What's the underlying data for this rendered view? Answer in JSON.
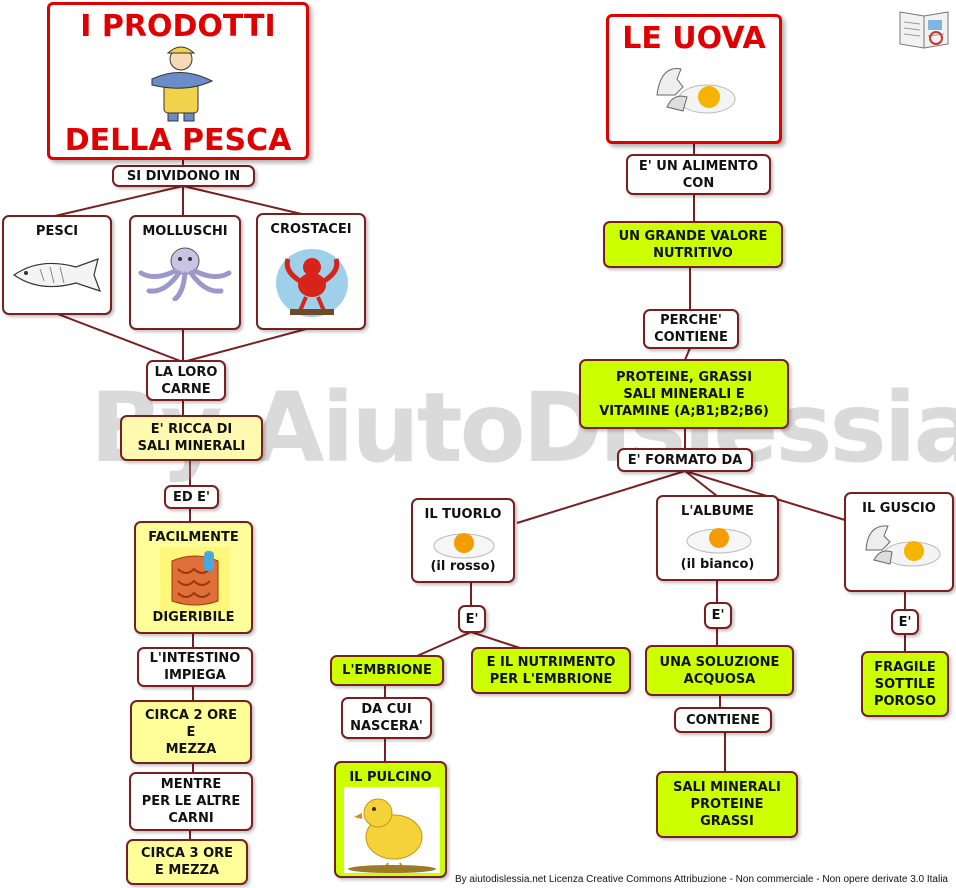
{
  "left": {
    "title_top": "I PRODOTTI",
    "title_bottom": "DELLA PESCA",
    "si_dividono": "SI DIVIDONO IN",
    "pesci": "PESCI",
    "molluschi": "MOLLUSCHI",
    "crostacei": "CROSTACEI",
    "loro_carne": "LA LORO\nCARNE",
    "ricca": "E' RICCA DI\nSALI MINERALI",
    "ed_e": "ED E'",
    "facilmente": "FACILMENTE",
    "digeribile": "DIGERIBILE",
    "intestino": "L'INTESTINO\nIMPIEGA",
    "circa2": "CIRCA 2 ORE\nE\nMEZZA",
    "mentre": "MENTRE\nPER LE ALTRE\nCARNI",
    "circa3": "CIRCA 3 ORE\nE MEZZA"
  },
  "right": {
    "title": "LE UOVA",
    "alimento": "E' UN ALIMENTO\nCON",
    "valore": "UN GRANDE VALORE\nNUTRITIVO",
    "perche": "PERCHE'\nCONTIENE",
    "proteine": "PROTEINE, GRASSI\nSALI MINERALI E\nVITAMINE (A;B1;B2;B6)",
    "formato": "E' FORMATO DA",
    "tuorlo": "IL TUORLO",
    "tuorlo_sub": "(il rosso)",
    "albume": "L'ALBUME",
    "albume_sub": "(il bianco)",
    "guscio": "IL GUSCIO",
    "e1": "E'",
    "e2": "E'",
    "e3": "E'",
    "embrione": "L'EMBRIONE",
    "nutrimento": "E IL NUTRIMENTO\nPER L'EMBRIONE",
    "da_cui": "DA CUI\nNASCERA'",
    "pulcino": "IL PULCINO",
    "soluzione": "UNA SOLUZIONE\nACQUOSA",
    "contiene": "CONTIENE",
    "sali": "SALI MINERALI\nPROTEINE\nGRASSI",
    "fragile": "FRAGILE\nSOTTILE\nPOROSO"
  },
  "watermark": "By AiutoDislessia.net",
  "footer": "By aiutodislessia.net Licenza Creative Commons Attribuzione - Non commerciale - Non opere derivate 3.0 Italia",
  "colors": {
    "border": "#7a1f1f",
    "title_red": "#e00000",
    "green": "#ccff00",
    "yellow": "#ffff99"
  }
}
